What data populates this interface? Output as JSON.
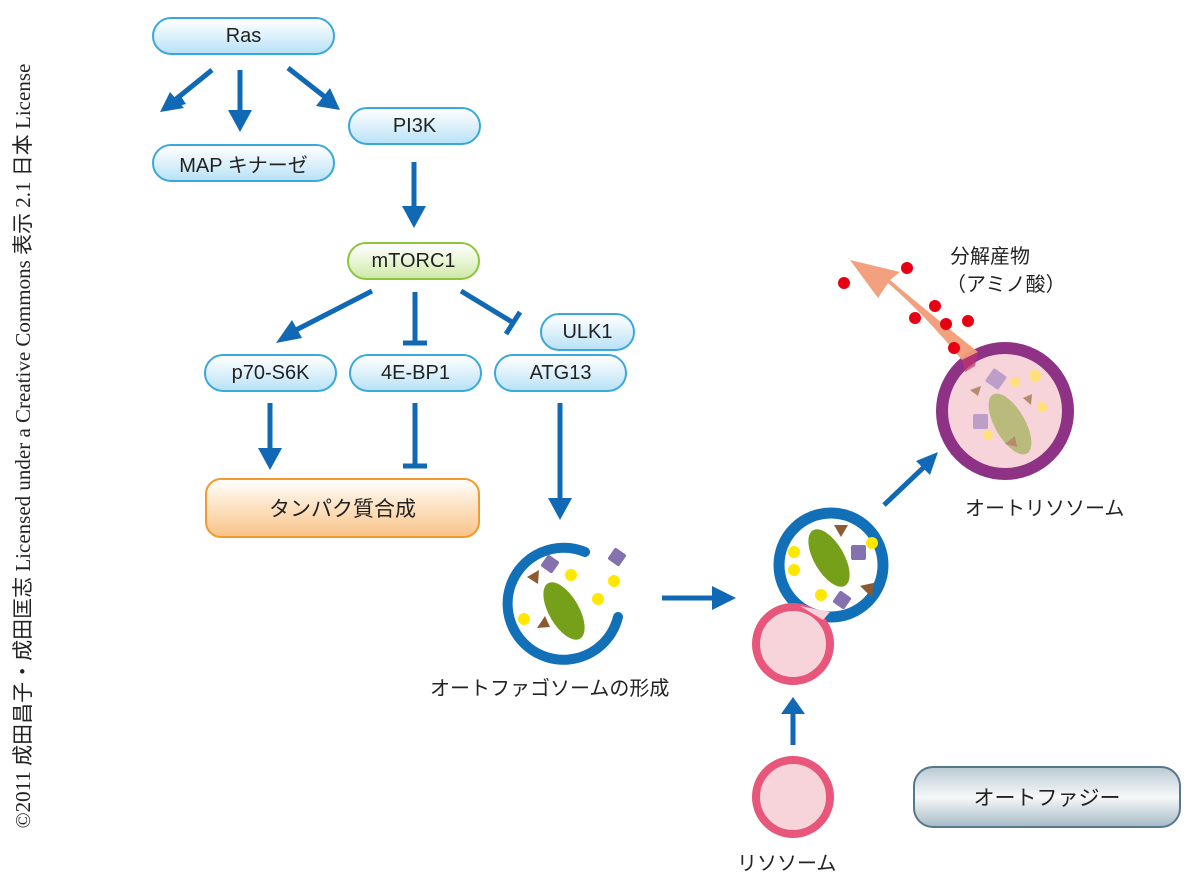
{
  "copyright": "©2011 成田昌子・成田匡志 Licensed under a Creative Commons 表示 2.1 日本 License",
  "nodes": {
    "ras": "Ras",
    "map_kinase": "MAP キナーゼ",
    "pi3k": "PI3K",
    "mtorc1": "mTORC1",
    "p70s6k": "p70-S6K",
    "4ebp1": "4E-BP1",
    "ulk1": "ULK1",
    "atg13": "ATG13",
    "protein_synthesis": "タンパク質合成",
    "autophagy": "オートファジー"
  },
  "labels": {
    "autophagosome_formation": "オートファゴソームの形成",
    "lysosome": "リソソーム",
    "autolysosome": "オートリソソーム",
    "degradation_product_line1": "分解産物",
    "degradation_product_line2": "（アミノ酸）"
  },
  "colors": {
    "arrow": "#1168b4",
    "autophagosome_membrane": "#1170b8",
    "lysosome_membrane": "#e8567c",
    "lysosome_fill": "#f7d3da",
    "autolysosome_membrane": "#8e3286",
    "amino_acid": "#e60012",
    "product_arrow": "#f29b77"
  },
  "edges": [
    {
      "from": "Ras",
      "to": "MAP キナーゼ",
      "type": "activation"
    },
    {
      "from": "Ras",
      "to": "PI3K",
      "type": "activation"
    },
    {
      "from": "PI3K",
      "to": "mTORC1",
      "type": "activation"
    },
    {
      "from": "mTORC1",
      "to": "p70-S6K",
      "type": "activation"
    },
    {
      "from": "mTORC1",
      "to": "4E-BP1",
      "type": "inhibition"
    },
    {
      "from": "mTORC1",
      "to": "ULK1/ATG13",
      "type": "inhibition"
    },
    {
      "from": "p70-S6K",
      "to": "タンパク質合成",
      "type": "activation"
    },
    {
      "from": "4E-BP1",
      "to": "タンパク質合成",
      "type": "inhibition"
    },
    {
      "from": "ATG13",
      "to": "オートファゴソームの形成",
      "type": "activation"
    }
  ]
}
